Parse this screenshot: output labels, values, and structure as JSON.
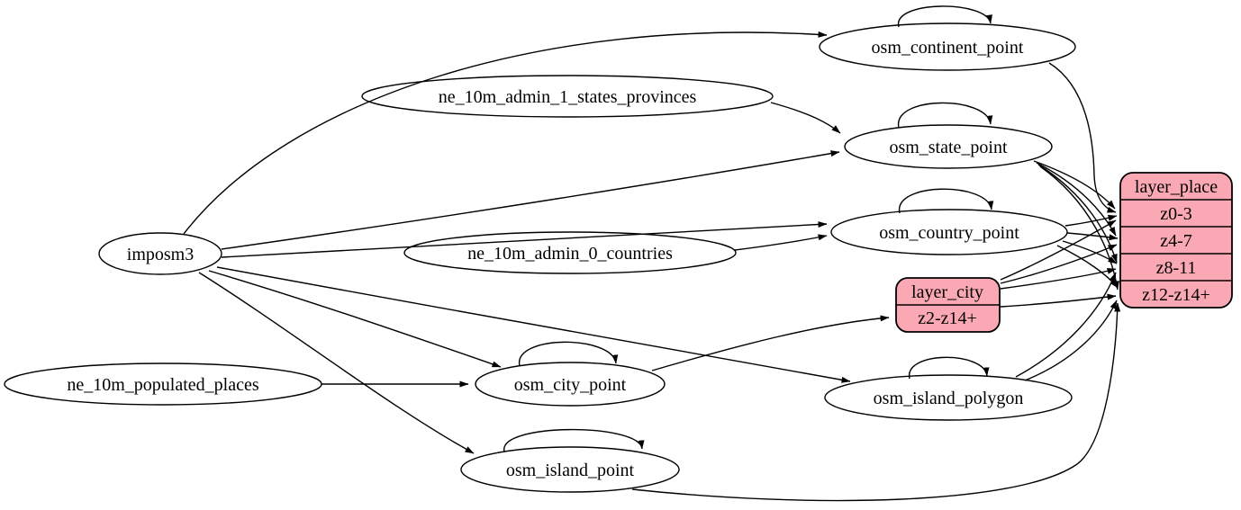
{
  "diagram": {
    "description": "ETL dependency graph: imposm3 and Natural Earth sources feeding OSM place tables into layer_city and layer_place zoom buckets",
    "background_color": "#ffffff",
    "node_fill": "#ffffff",
    "node_stroke": "#000000",
    "edge_color": "#000000",
    "record_fill": "#f9a8b4",
    "nodes": {
      "imposm3": {
        "label": "imposm3"
      },
      "ne_admin1": {
        "label": "ne_10m_admin_1_states_provinces"
      },
      "ne_admin0": {
        "label": "ne_10m_admin_0_countries"
      },
      "ne_places": {
        "label": "ne_10m_populated_places"
      },
      "continent": {
        "label": "osm_continent_point"
      },
      "state": {
        "label": "osm_state_point"
      },
      "country": {
        "label": "osm_country_point"
      },
      "city": {
        "label": "osm_city_point"
      },
      "island_polygon": {
        "label": "osm_island_polygon"
      },
      "island_point": {
        "label": "osm_island_point"
      }
    },
    "records": {
      "layer_city": {
        "title": "layer_city",
        "rows": [
          "z2-z14+"
        ]
      },
      "layer_place": {
        "title": "layer_place",
        "rows": [
          "z0-3",
          "z4-7",
          "z8-11",
          "z12-z14+"
        ]
      }
    },
    "edges": [
      {
        "from": "imposm3",
        "to": "osm_continent_point"
      },
      {
        "from": "imposm3",
        "to": "osm_state_point"
      },
      {
        "from": "imposm3",
        "to": "osm_country_point"
      },
      {
        "from": "imposm3",
        "to": "osm_city_point"
      },
      {
        "from": "imposm3",
        "to": "osm_island_polygon"
      },
      {
        "from": "imposm3",
        "to": "osm_island_point"
      },
      {
        "from": "ne_10m_admin_1_states_provinces",
        "to": "osm_state_point"
      },
      {
        "from": "ne_10m_admin_0_countries",
        "to": "osm_country_point"
      },
      {
        "from": "ne_10m_populated_places",
        "to": "osm_city_point"
      },
      {
        "from": "osm_continent_point",
        "to": "osm_continent_point"
      },
      {
        "from": "osm_state_point",
        "to": "osm_state_point"
      },
      {
        "from": "osm_country_point",
        "to": "osm_country_point"
      },
      {
        "from": "osm_city_point",
        "to": "osm_city_point"
      },
      {
        "from": "osm_island_polygon",
        "to": "osm_island_polygon"
      },
      {
        "from": "osm_island_point",
        "to": "osm_island_point"
      },
      {
        "from": "osm_continent_point",
        "to": "layer_place",
        "to_row": "z0-3"
      },
      {
        "from": "osm_state_point",
        "to": "layer_place",
        "to_row": "z0-3"
      },
      {
        "from": "osm_state_point",
        "to": "layer_place",
        "to_row": "z4-7"
      },
      {
        "from": "osm_state_point",
        "to": "layer_place",
        "to_row": "z8-11"
      },
      {
        "from": "osm_state_point",
        "to": "layer_place",
        "to_row": "z12-z14+"
      },
      {
        "from": "osm_country_point",
        "to": "layer_place",
        "to_row": "z0-3"
      },
      {
        "from": "osm_country_point",
        "to": "layer_place",
        "to_row": "z4-7"
      },
      {
        "from": "osm_country_point",
        "to": "layer_place",
        "to_row": "z8-11"
      },
      {
        "from": "osm_country_point",
        "to": "layer_place",
        "to_row": "z12-z14+"
      },
      {
        "from": "osm_city_point",
        "to": "layer_city",
        "to_row": "z2-z14+"
      },
      {
        "from": "layer_city",
        "to": "layer_place",
        "to_row": "z0-3"
      },
      {
        "from": "layer_city",
        "to": "layer_place",
        "to_row": "z4-7"
      },
      {
        "from": "layer_city",
        "to": "layer_place",
        "to_row": "z8-11"
      },
      {
        "from": "layer_city",
        "to": "layer_place",
        "to_row": "z12-z14+"
      },
      {
        "from": "osm_island_polygon",
        "to": "layer_place",
        "to_row": "z8-11"
      },
      {
        "from": "osm_island_polygon",
        "to": "layer_place",
        "to_row": "z12-z14+"
      },
      {
        "from": "osm_island_point",
        "to": "layer_place",
        "to_row": "z12-z14+"
      }
    ]
  }
}
